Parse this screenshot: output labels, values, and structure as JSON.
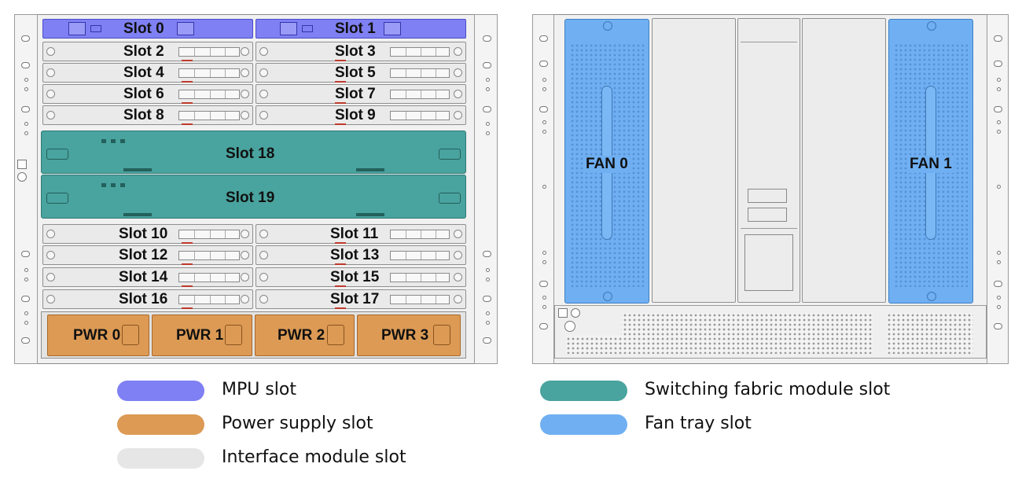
{
  "front_panel": {
    "mpu_slots": [
      {
        "label": "Slot 0"
      },
      {
        "label": "Slot 1"
      }
    ],
    "interface_slots_upper": [
      {
        "left": "Slot 2",
        "right": "Slot 3"
      },
      {
        "left": "Slot 4",
        "right": "Slot 5"
      },
      {
        "left": "Slot 6",
        "right": "Slot 7"
      },
      {
        "left": "Slot 8",
        "right": "Slot 9"
      }
    ],
    "fabric_slots": [
      {
        "label": "Slot 18"
      },
      {
        "label": "Slot 19"
      }
    ],
    "interface_slots_lower": [
      {
        "left": "Slot 10",
        "right": "Slot 11"
      },
      {
        "left": "Slot 12",
        "right": "Slot 13"
      },
      {
        "left": "Slot 14",
        "right": "Slot 15"
      },
      {
        "left": "Slot 16",
        "right": "Slot 17"
      }
    ],
    "power_slots": [
      {
        "label": "PWR 0"
      },
      {
        "label": "PWR 1"
      },
      {
        "label": "PWR 2"
      },
      {
        "label": "PWR 3"
      }
    ]
  },
  "rear_panel": {
    "fan_slots": [
      {
        "label": "FAN 0"
      },
      {
        "label": "FAN 1"
      }
    ]
  },
  "legend": [
    {
      "label": "MPU slot",
      "color": "#7f80f3"
    },
    {
      "label": "Power supply slot",
      "color": "#dc9a55"
    },
    {
      "label": "Interface module slot",
      "color": "#e6e6e6"
    },
    {
      "label": "Switching fabric module slot",
      "color": "#49a39e"
    },
    {
      "label": "Fan tray slot",
      "color": "#6faff2"
    }
  ]
}
